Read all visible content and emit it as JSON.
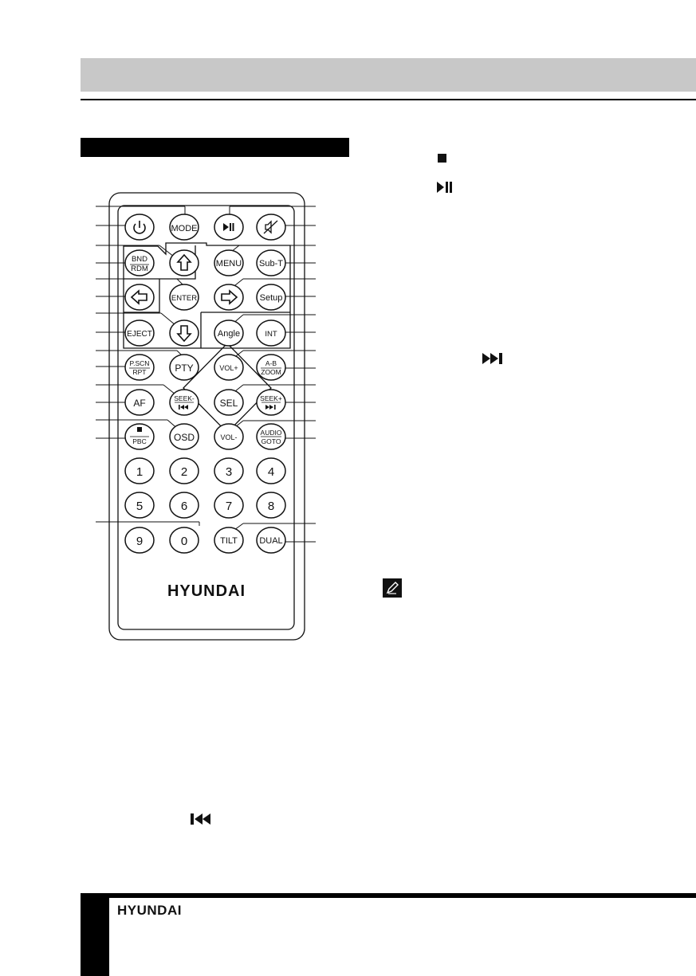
{
  "remote": {
    "buttons_row1": [
      "MODE"
    ],
    "btn_bnd": "BND",
    "btn_rdm": "RDM",
    "btn_menu": "MENU",
    "btn_subt": "Sub-T",
    "btn_enter": "ENTER",
    "btn_setup": "Setup",
    "btn_eject": "EJECT",
    "btn_angle": "Angle",
    "btn_int": "INT",
    "btn_pscn": "P.SCN",
    "btn_rpt": "RPT",
    "btn_pty": "PTY",
    "btn_volp": "VOL+",
    "btn_ab": "A-B",
    "btn_zoom": "ZOOM",
    "btn_af": "AF",
    "btn_seekm": "SEEK-",
    "btn_sel": "SEL",
    "btn_seekp": "SEEK+",
    "btn_pbc": "PBC",
    "btn_osd": "OSD",
    "btn_volm": "VOL-",
    "btn_audio": "AUDIO",
    "btn_goto": "GOTO",
    "num": [
      "1",
      "2",
      "3",
      "4",
      "5",
      "6",
      "7",
      "8",
      "9",
      "0"
    ],
    "btn_tilt": "TILT",
    "btn_dual": "DUAL",
    "brand": "HYUNDAI"
  },
  "footer": {
    "brand": "HYUNDAI"
  },
  "icons": [
    "stop-icon",
    "play-pause-icon",
    "next-track-icon",
    "previous-track-icon",
    "note-pen-icon",
    "power-icon",
    "mute-icon"
  ]
}
